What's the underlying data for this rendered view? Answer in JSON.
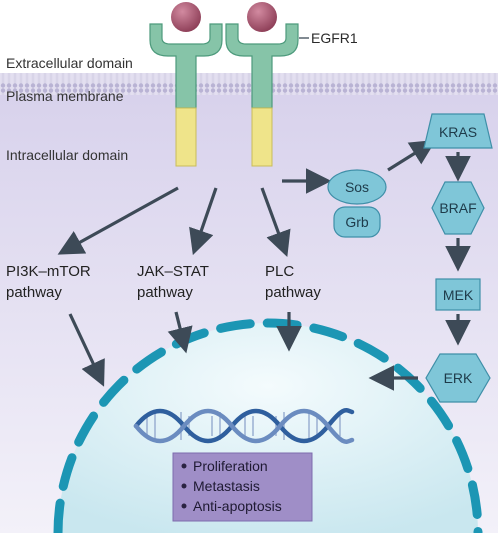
{
  "labels": {
    "receptor": "EGFR1",
    "extracellular": "Extracellular domain",
    "membrane": "Plasma membrane",
    "intracellular": "Intracellular domain"
  },
  "nodes": {
    "sos": "Sos",
    "grb": "Grb",
    "kras": "KRAS",
    "braf": "BRAF",
    "mek": "MEK",
    "erk": "ERK"
  },
  "pathways": {
    "pi3k": {
      "line1": "PI3K–mTOR",
      "line2": "pathway"
    },
    "jak": {
      "line1": "JAK–STAT",
      "line2": "pathway"
    },
    "plc": {
      "line1": "PLC",
      "line2": "pathway"
    }
  },
  "outcomes": [
    "Proliferation",
    "Metastasis",
    "Anti-apoptosis"
  ],
  "colors": {
    "receptor_green": "#86c4a8",
    "receptor_stroke": "#4d9a7c",
    "ligand": "#a8566e",
    "tm_yellow": "#efe48a",
    "intracellular_bg": "#dcd7ee",
    "node_fill": "#7fc6d8",
    "node_stroke": "#3f8fa8",
    "arrow": "#3d4a57",
    "nucleus_dash": "#1c96b4",
    "dna_blue": "#2f5f9e",
    "outcome_box": "#9f8ec7"
  }
}
